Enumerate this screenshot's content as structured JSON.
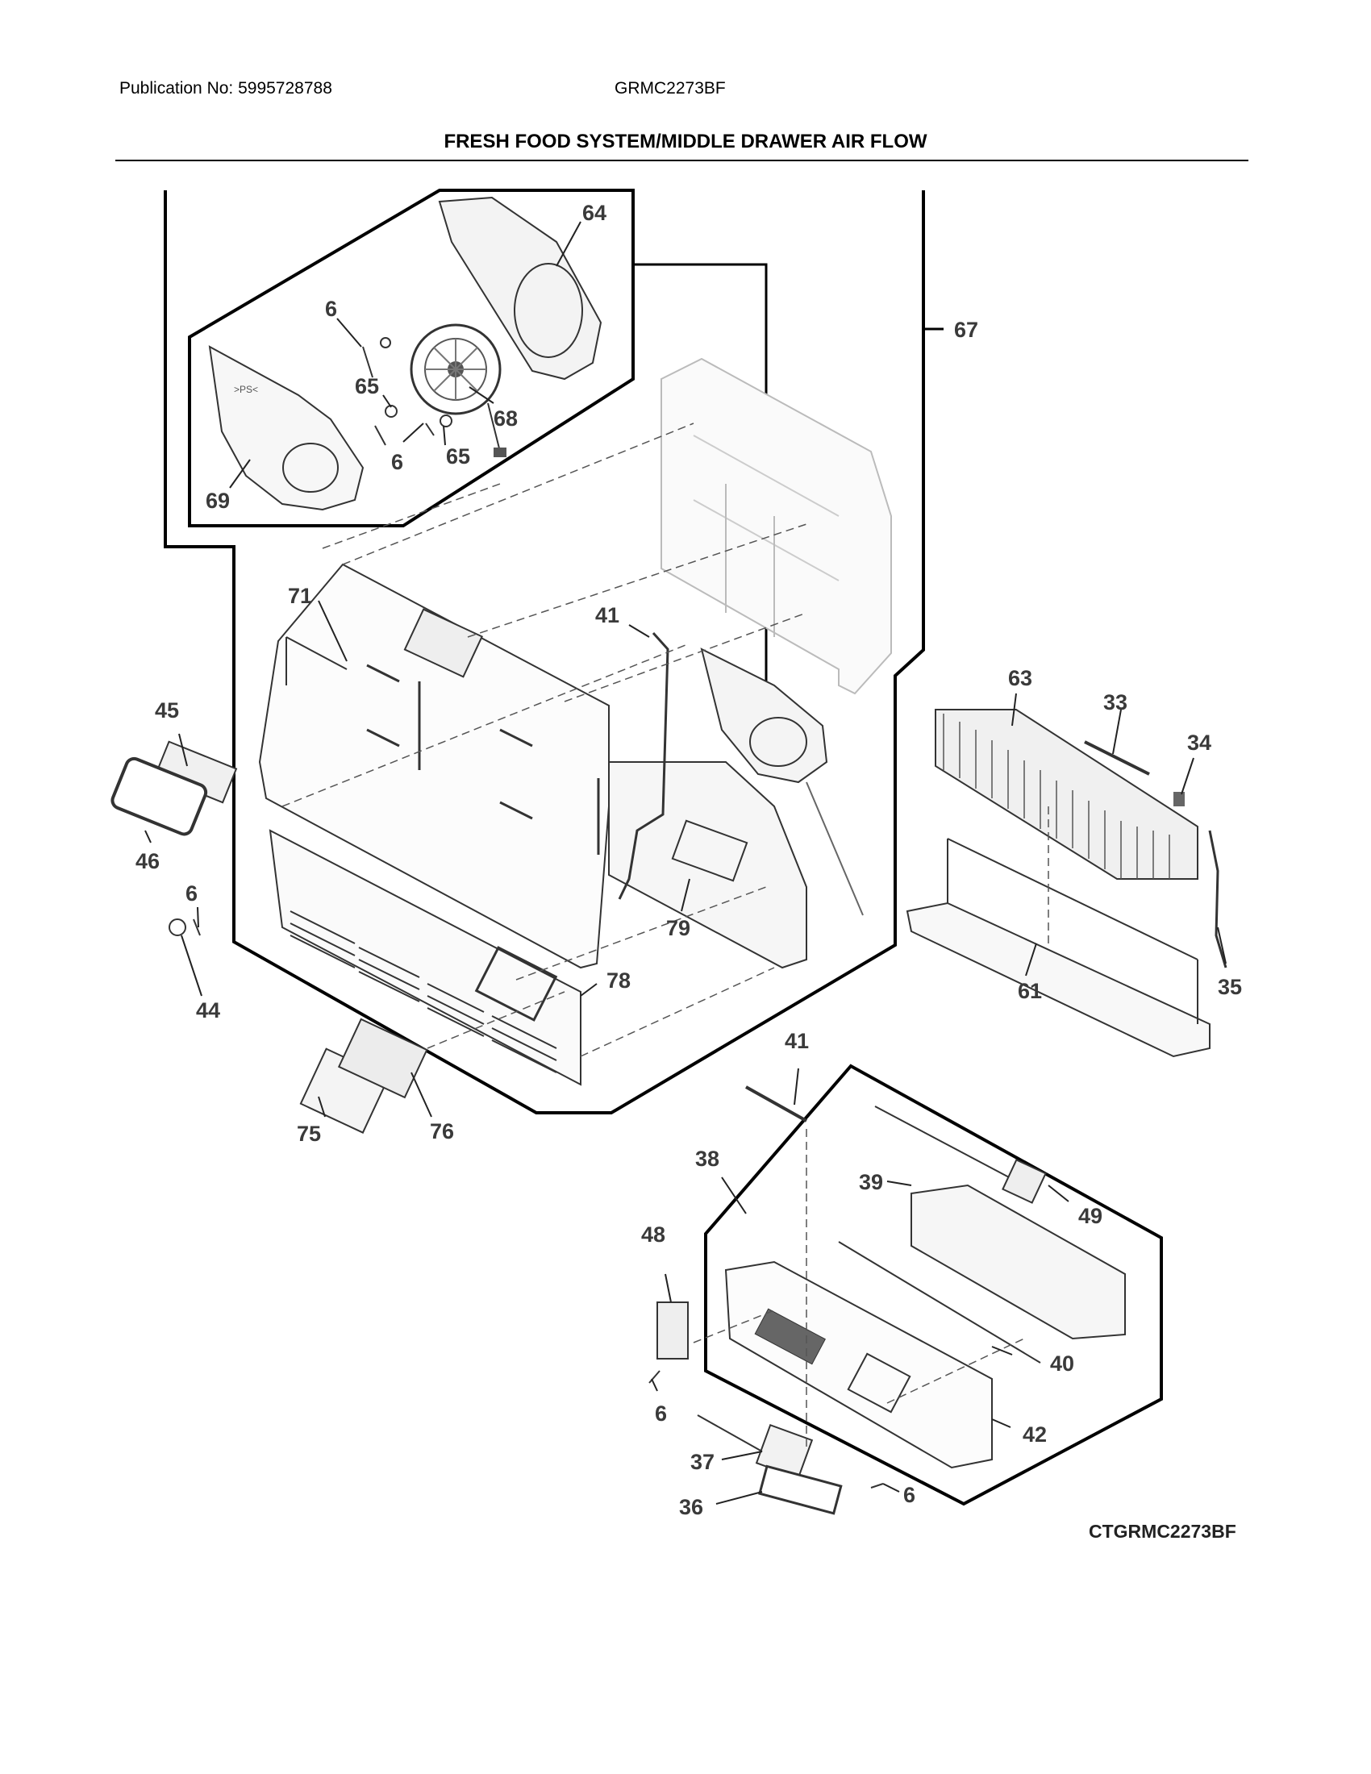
{
  "header": {
    "publication": "Publication No: 5995728788",
    "model": "GRMC2273BF",
    "title": "FRESH FOOD SYSTEM/MIDDLE DRAWER AIR FLOW"
  },
  "figure_code": "CTGRMC2273BF",
  "callouts": {
    "c64": "64",
    "c67": "67",
    "c6a": "6",
    "c65a": "65",
    "c68": "68",
    "c6b": "6",
    "c65b": "65",
    "c69": "69",
    "c71": "71",
    "c41a": "41",
    "c45": "45",
    "c46": "46",
    "c6c": "6",
    "c44": "44",
    "c79": "79",
    "c78": "78",
    "c75": "75",
    "c76": "76",
    "c63": "63",
    "c33": "33",
    "c34": "34",
    "c35": "35",
    "c61": "61",
    "c41b": "41",
    "c38": "38",
    "c39": "39",
    "c49": "49",
    "c48": "48",
    "c40": "40",
    "c6d": "6",
    "c42": "42",
    "c37": "37",
    "c36": "36",
    "c6e": "6"
  }
}
